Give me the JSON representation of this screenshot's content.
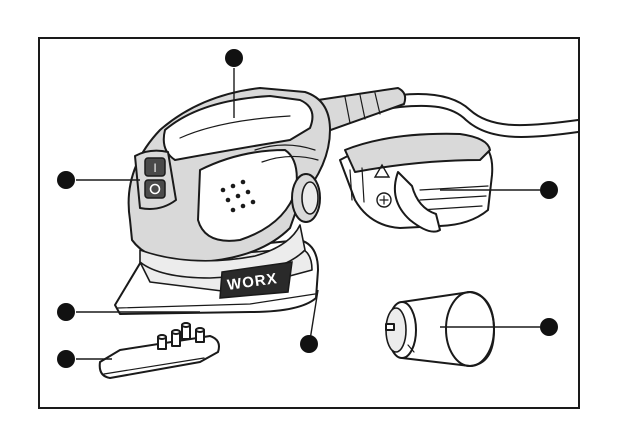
{
  "brand": {
    "logo_text": "WORX"
  },
  "parts": [
    {
      "id": "top-housing"
    },
    {
      "id": "switch-panel"
    },
    {
      "id": "dust-box"
    },
    {
      "id": "sanding-base"
    },
    {
      "id": "finger-attachment"
    },
    {
      "id": "base-plate"
    },
    {
      "id": "vacuum-adapter"
    }
  ],
  "colors": {
    "line": "#1a1a1a",
    "fill_grey": "#d9d9d9",
    "callout": "#111111",
    "border": "#1a1a1a"
  },
  "icons": [
    "power-on-icon",
    "power-off-icon",
    "recycle-triangle-icon",
    "vent-holes-icon"
  ]
}
